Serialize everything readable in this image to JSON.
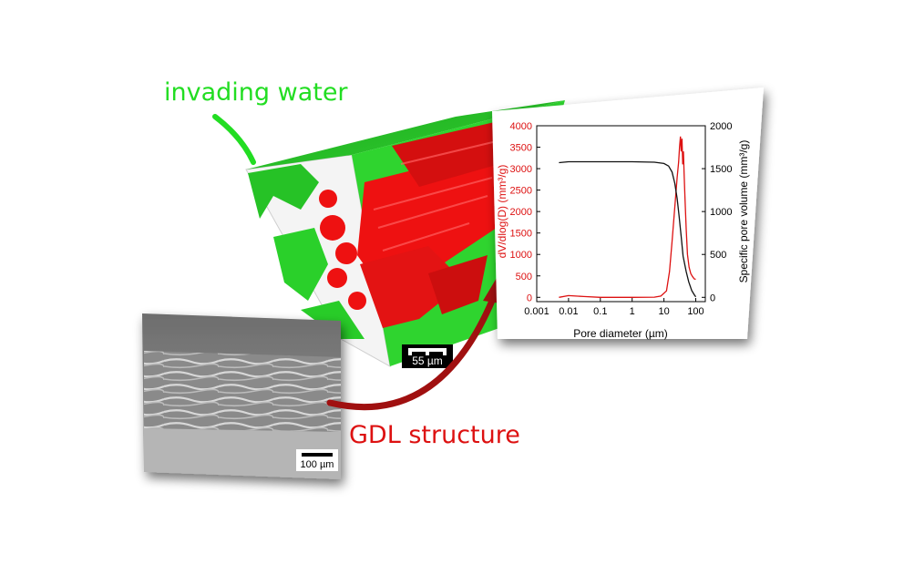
{
  "labels": {
    "invading_water": "invading water",
    "gdl_structure": "GDL structure"
  },
  "scale_bars": {
    "tomography": "55 µm",
    "sem": "100 µm"
  },
  "colors": {
    "water": "#22dd22",
    "fibers": "#ee1111",
    "arrow": "#a01010"
  },
  "chart_data": {
    "type": "line",
    "xlabel": "Pore diameter (µm)",
    "ylabel_left": "dV/dlog(D) (mm³/g)",
    "ylabel_right": "Specific pore volume (mm³/g)",
    "x_scale": "log",
    "xlim": [
      0.001,
      200
    ],
    "ylim_left": [
      -100,
      4000
    ],
    "ylim_right": [
      -50,
      2000
    ],
    "x_ticks": [
      "0.001",
      "0.01",
      "0.1",
      "1",
      "10",
      "100"
    ],
    "y_ticks_left": [
      "0",
      "500",
      "1000",
      "1500",
      "2000",
      "2500",
      "3000",
      "3500",
      "4000"
    ],
    "y_ticks_right": [
      "0",
      "500",
      "1000",
      "1500",
      "2000"
    ],
    "series": [
      {
        "axis": "left",
        "color": "#dd1111",
        "points": [
          [
            0.005,
            0
          ],
          [
            0.01,
            40
          ],
          [
            0.03,
            20
          ],
          [
            0.1,
            0
          ],
          [
            1,
            0
          ],
          [
            5,
            5
          ],
          [
            8,
            30
          ],
          [
            12,
            150
          ],
          [
            15,
            600
          ],
          [
            18,
            1300
          ],
          [
            22,
            2100
          ],
          [
            26,
            2800
          ],
          [
            29,
            3150
          ],
          [
            31,
            3500
          ],
          [
            33,
            3750
          ],
          [
            35,
            3400
          ],
          [
            37,
            3700
          ],
          [
            39,
            3100
          ],
          [
            41,
            3400
          ],
          [
            43,
            2900
          ],
          [
            46,
            2300
          ],
          [
            50,
            1600
          ],
          [
            55,
            1000
          ],
          [
            62,
            700
          ],
          [
            70,
            550
          ],
          [
            80,
            480
          ],
          [
            90,
            430
          ],
          [
            100,
            420
          ]
        ]
      },
      {
        "axis": "right",
        "color": "#111111",
        "points": [
          [
            0.005,
            1570
          ],
          [
            0.01,
            1580
          ],
          [
            0.1,
            1580
          ],
          [
            1,
            1580
          ],
          [
            5,
            1575
          ],
          [
            10,
            1560
          ],
          [
            14,
            1530
          ],
          [
            18,
            1460
          ],
          [
            22,
            1330
          ],
          [
            26,
            1150
          ],
          [
            30,
            950
          ],
          [
            35,
            700
          ],
          [
            40,
            480
          ],
          [
            50,
            300
          ],
          [
            60,
            180
          ],
          [
            75,
            80
          ],
          [
            90,
            30
          ],
          [
            100,
            5
          ]
        ]
      }
    ]
  }
}
